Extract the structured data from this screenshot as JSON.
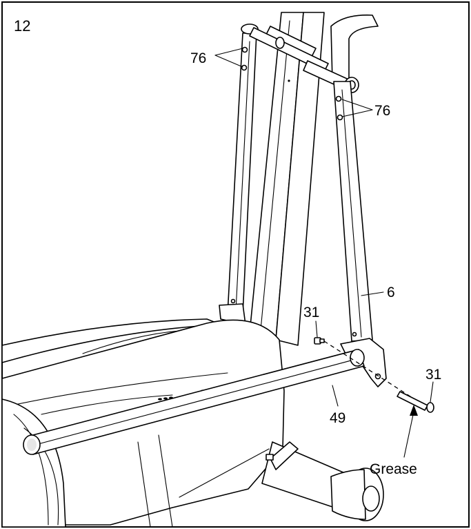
{
  "step_number": "12",
  "callouts": {
    "post_holes_left": "76",
    "post_holes_right": "76",
    "upright": "6",
    "bolt_top": "31",
    "bolt_right": "31",
    "crossbar": "49",
    "grease_note": "Grease"
  }
}
